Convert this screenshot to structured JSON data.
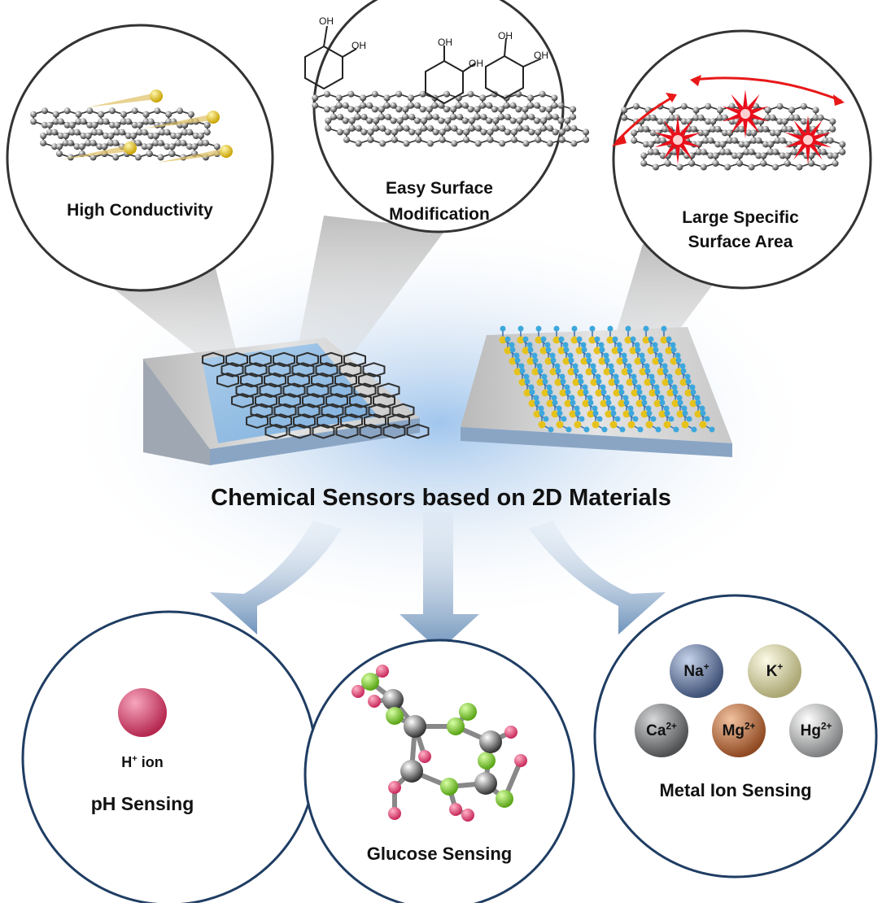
{
  "title": "Chemical Sensors based on 2D Materials",
  "properties": {
    "conductivity": "High Conductivity",
    "modification_line1": "Easy Surface",
    "modification_line2": "Modification",
    "area_line1": "Large Specific",
    "area_line2": "Surface Area",
    "oh": "OH"
  },
  "applications": {
    "ph_ion_base": "H",
    "ph_ion_sup": "+",
    "ph_ion_suffix": " ion",
    "ph": "pH Sensing",
    "glucose": "Glucose Sensing",
    "metal": "Metal Ion Sensing"
  },
  "ions": [
    {
      "base": "Na",
      "sup": "+",
      "color": "#5b6f96"
    },
    {
      "base": "K",
      "sup": "+",
      "color": "#cdc897"
    },
    {
      "base": "Ca",
      "sup": "2+",
      "color": "#737577"
    },
    {
      "base": "Mg",
      "sup": "2+",
      "color": "#b6683a"
    },
    {
      "base": "Hg",
      "sup": "2+",
      "color": "#a9aaab"
    }
  ],
  "colors": {
    "ring_dark": "#1f3d63",
    "arrow": "#7f9fc0",
    "glow": "#b9d2ee",
    "h_ion": "#d04b73",
    "oxygen": "#d9416c",
    "carbon": "#6e6e6e",
    "green": "#7fd12c",
    "star": "#e8101b",
    "gold": "#e6c21c",
    "blue_atom": "#3da7dc"
  }
}
